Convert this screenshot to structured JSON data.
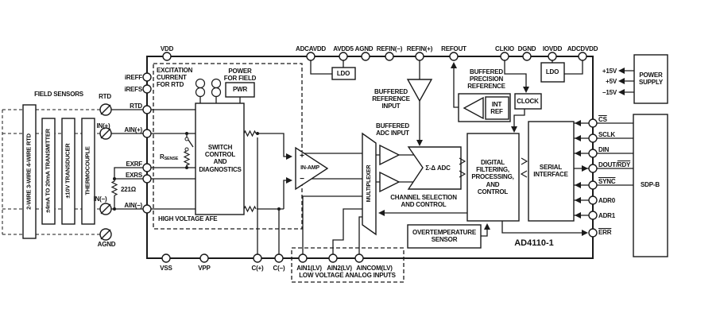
{
  "part_label": "AD4110-1",
  "field_sensors": {
    "heading": "FIELD SENSORS",
    "types": [
      "2-WIRE  3-WIRE  4-WIRE  RTD",
      "±4mA TO 20mA TRANSMITTER",
      "±10V TRANSDUCER",
      "THERMOCOUPLE"
    ],
    "terminals": [
      "RTD",
      "IN(+)",
      "IN(−)",
      "AGND"
    ]
  },
  "pins": {
    "top": [
      "VDD",
      "ADCAVDD",
      "AVDD5",
      "AGND",
      "REFIN(−)",
      "REFIN(+)",
      "REFOUT",
      "CLKIO",
      "DGND",
      "IOVDD",
      "ADCDVDD"
    ],
    "left": [
      "iREFF",
      "iREFS",
      "RTD",
      "AIN(+)",
      "EXRF",
      "EXRS",
      "AIN(−)"
    ],
    "bottom": [
      "VSS",
      "VPP",
      "C(+)",
      "C(−)",
      "AIN1(LV)",
      "AIN2(LV)",
      "AINCOM(LV)"
    ],
    "right": [
      {
        "pre": "",
        "ovl": "CS"
      },
      {
        "pre": "SCLK",
        "ovl": ""
      },
      {
        "pre": "DIN",
        "ovl": ""
      },
      {
        "pre": "DOUT/",
        "ovl": "RDY"
      },
      {
        "pre": "",
        "ovl": "SYNC"
      },
      {
        "pre": "ADR0",
        "ovl": ""
      },
      {
        "pre": "ADR1",
        "ovl": ""
      },
      {
        "pre": "",
        "ovl": "ERR"
      }
    ]
  },
  "blocks": {
    "excitation": "EXCITATION\nCURRENT\nFOR RTD",
    "power_for_field": "POWER\nFOR FIELD",
    "pwr": "PWR",
    "switch_control": "SWITCH\nCONTROL\nAND\nDIAGNOSTICS",
    "hv_afe": "HIGH VOLTAGE AFE",
    "ldo1": "LDO",
    "ldo2": "LDO",
    "buffered_ref_input": "BUFFERED\nREFERENCE\nINPUT",
    "buffered_adc_input": "BUFFERED\nADC INPUT",
    "in_amp": "IN-AMP",
    "plus": "+",
    "minus": "−",
    "multiplexer": "MULTIPLEXER",
    "adc": "Σ-Δ ADC",
    "channel_sel": "CHANNEL SELECTION\nAND CONTROL",
    "buffered_precision_ref": "BUFFERED\nPRECISION\nREFERENCE",
    "int_ref": "INT\nREF",
    "clock": "CLOCK",
    "digital": "DIGITAL\nFILTERING,\nPROCESSING,\nAND\nCONTROL",
    "serial": "SERIAL\nINTERFACE",
    "overtemp": "OVERTEMPERATURE\nSENSOR",
    "lv_inputs": "LOW VOLTAGE ANALOG INPUTS"
  },
  "components": {
    "r221": "221Ω",
    "rsense_base": "R",
    "rsense_sub": "SENSE"
  },
  "external": {
    "power_supply": "POWER\nSUPPLY",
    "rails": [
      "+15V",
      "+5V",
      "−15V"
    ],
    "sdp": "SDP-B"
  },
  "colors": {
    "line": "#1a1a1a",
    "bg": "#ffffff"
  }
}
